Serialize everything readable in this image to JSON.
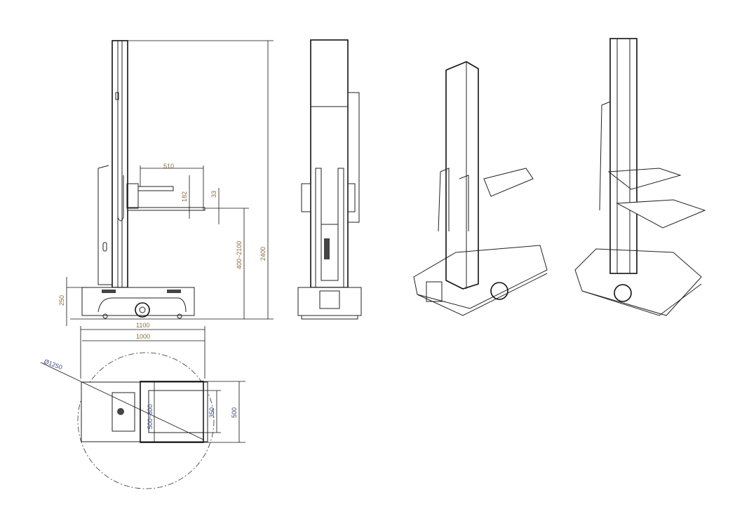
{
  "dimensions": {
    "arm_reach": "510",
    "arm_height": "182",
    "tray_thickness": "33",
    "lift_range": "400~2100",
    "total_height": "2400",
    "base_height": "250",
    "overall_length": "1100",
    "body_length": "1000",
    "turn_diameter": "Ø1250",
    "tray_width_range": "500~800",
    "tray_depth": "350",
    "body_width": "500"
  },
  "colors": {
    "line": "#222222",
    "dimension_text": "#8a6a3a",
    "dimension_text_alt": "#3a4a8a"
  }
}
